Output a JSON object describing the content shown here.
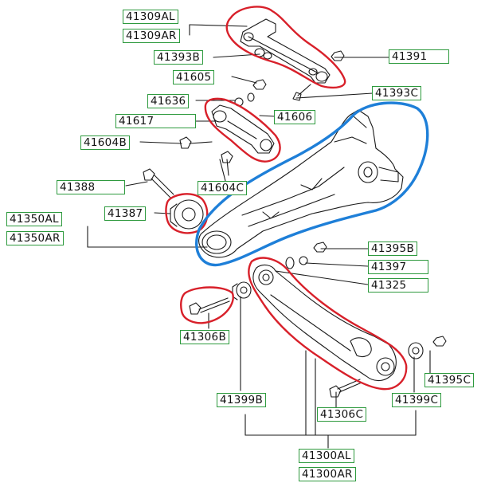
{
  "part_numbers": {
    "p41309AL": "41309AL",
    "p41309AR": "41309AR",
    "p41391": "41391",
    "p41393B": "41393B",
    "p41605": "41605",
    "p41393C": "41393C",
    "p41636": "41636",
    "p41606": "41606",
    "p41617": "41617",
    "p41604B": "41604B",
    "p41604C": "41604C",
    "p41388": "41388",
    "p41387": "41387",
    "p41350AL": "41350AL",
    "p41350AR": "41350AR",
    "p41395B": "41395B",
    "p41397": "41397",
    "p41325": "41325",
    "p41306B": "41306B",
    "p41395C": "41395C",
    "p41399B": "41399B",
    "p41306C": "41306C",
    "p41399C": "41399C",
    "p41300AL": "41300AL",
    "p41300AR": "41300AR"
  },
  "colors": {
    "label_border": "#2e9a3e",
    "highlight_red": "#d8202a",
    "highlight_blue": "#1e7fd8",
    "line_art": "#1a1a1a"
  }
}
